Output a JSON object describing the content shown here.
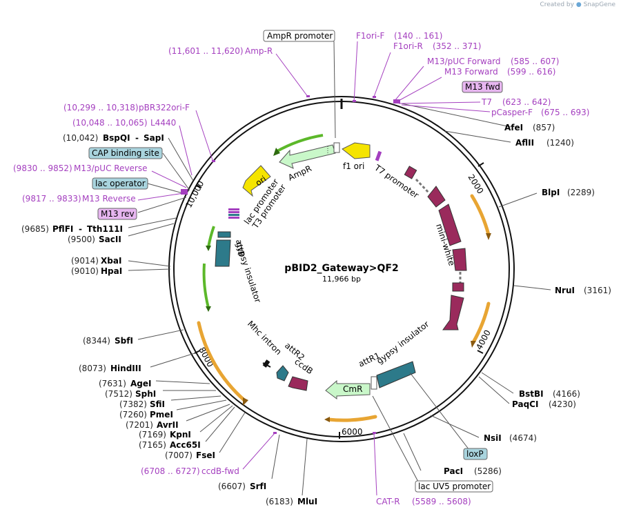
{
  "credit": {
    "created_by": "Created by",
    "brand": "SnapGene"
  },
  "plasmid": {
    "name": "pBID2_Gateway>QF2",
    "length_label": "11,966 bp",
    "length": 11966
  },
  "ticks": [
    "2000",
    "4000",
    "6000",
    "8000",
    "10,000"
  ],
  "enzymes": [
    {
      "name": "AfeI",
      "pos": "(857)"
    },
    {
      "name": "AflII",
      "pos": "(1240)"
    },
    {
      "name": "BlpI",
      "pos": "(2289)"
    },
    {
      "name": "NruI",
      "pos": "(3161)"
    },
    {
      "name": "BstBI",
      "pos": "(4166)"
    },
    {
      "name": "PaqCI",
      "pos": "(4230)"
    },
    {
      "name": "NsiI",
      "pos": "(4674)"
    },
    {
      "name": "PacI",
      "pos": "(5286)"
    },
    {
      "name": "MluI",
      "pos": "(6183)"
    },
    {
      "name": "SrfI",
      "pos": "(6607)"
    },
    {
      "name": "FseI",
      "pos": "(7007)"
    },
    {
      "name": "Acc65I",
      "pos": "(7165)"
    },
    {
      "name": "KpnI",
      "pos": "(7169)"
    },
    {
      "name": "AvrII",
      "pos": "(7201)"
    },
    {
      "name": "PmeI",
      "pos": "(7260)"
    },
    {
      "name": "SfiI",
      "pos": "(7382)"
    },
    {
      "name": "SphI",
      "pos": "(7512)"
    },
    {
      "name": "AgeI",
      "pos": "(7631)"
    },
    {
      "name": "HindIII",
      "pos": "(8073)"
    },
    {
      "name": "SbfI",
      "pos": "(8344)"
    },
    {
      "name": "HpaI",
      "pos": "(9010)"
    },
    {
      "name": "XbaI",
      "pos": "(9014)"
    },
    {
      "name": "SacII",
      "pos": "(9500)"
    },
    {
      "name": "PflFI",
      "name2": "Tth111I",
      "pos": "(9685)"
    },
    {
      "name": "BspQI",
      "name2": "SapI",
      "pos": "(10,042)"
    }
  ],
  "primers": [
    {
      "name": "F1ori-F",
      "range": "(140 .. 161)"
    },
    {
      "name": "F1ori-R",
      "range": "(352 .. 371)"
    },
    {
      "name": "M13/pUC Forward",
      "range": "(585 .. 607)"
    },
    {
      "name": "M13 Forward",
      "range": "(599 .. 616)"
    },
    {
      "name": "T7",
      "range": "(623 .. 642)"
    },
    {
      "name": "pCasper-F",
      "range": "(675 .. 693)"
    },
    {
      "name": "Amp-R",
      "range": "(11,601 .. 11,620)"
    },
    {
      "name": "pBR322ori-F",
      "range": "(10,299 .. 10,318)"
    },
    {
      "name": "L4440",
      "range": "(10,048 .. 10,065)"
    },
    {
      "name": "M13/pUC Reverse",
      "range": "(9830 .. 9852)"
    },
    {
      "name": "M13 Reverse",
      "range": "(9817 .. 9833)"
    },
    {
      "name": "ccdB-fwd",
      "range": "(6708 .. 6727)"
    },
    {
      "name": "CAT-R",
      "range": "(5589 .. 5608)"
    }
  ],
  "boxed_features": {
    "m13_fwd": "M13 fwd",
    "m13_rev": "M13 rev",
    "ampr_promoter": "AmpR promoter",
    "cap_binding_site": "CAP binding site",
    "lac_operator": "lac operator",
    "loxp": "loxP",
    "lac_uv5_promoter": "lac UV5 promoter"
  },
  "inner_features": {
    "f1_ori": "f1 ori",
    "t7_promoter": "T7 promoter",
    "mini_white": "mini-white",
    "ampr": "AmpR",
    "ori": "ori",
    "lac_promoter": "lac promoter",
    "t3_promoter": "T3 promoter",
    "attb": "attB",
    "gypsy_insulator_left": "gypsy insulator",
    "gypsy_insulator_right": "gypsy insulator",
    "attr1": "attR1",
    "attr2": "attR2",
    "mhc_intron": "Mhc intron",
    "ccdb": "ccdB",
    "cmr": "CmR"
  },
  "colors": {
    "enzyme": "#000000",
    "primer": "#a43fbf",
    "mini_white": "#9a2a5c",
    "gypsy": "#2d7a8a",
    "origin": "#f5e400",
    "resistance": "#c9f7c9",
    "orange_arrow": "#e8a533",
    "boxed_teal": "#a9d4de",
    "boxed_pink": "#e7b6f0"
  }
}
